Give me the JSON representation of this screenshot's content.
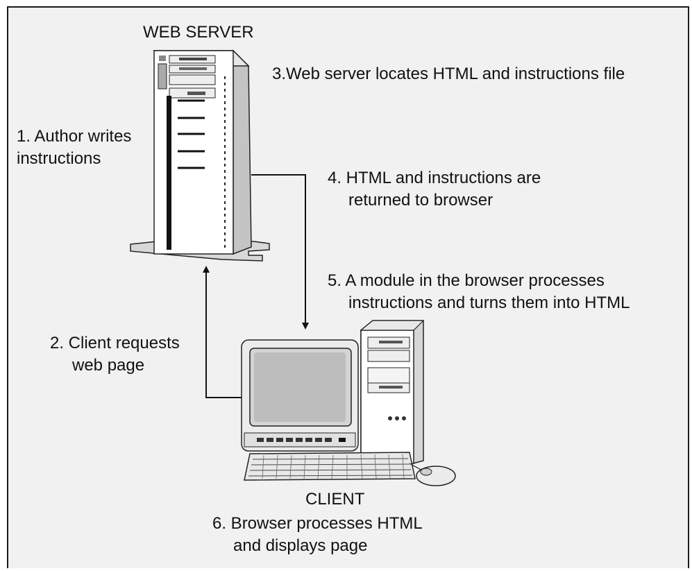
{
  "diagram": {
    "server_title": "WEB SERVER",
    "client_title": "CLIENT",
    "steps": {
      "step1": [
        "1. Author writes",
        "instructions"
      ],
      "step2": [
        "2. Client requests",
        "web page"
      ],
      "step3": [
        "3.Web server locates HTML and instructions  file"
      ],
      "step4": [
        "4. HTML and instructions are",
        "returned to browser"
      ],
      "step5": [
        "5. A module in the browser processes",
        "instructions and turns them into HTML"
      ],
      "step6": [
        "6. Browser processes HTML",
        "and displays page"
      ]
    }
  }
}
